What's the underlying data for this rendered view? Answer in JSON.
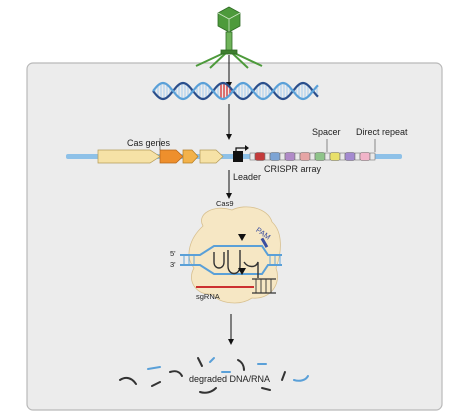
{
  "labels": {
    "cas_genes": "Cas genes",
    "leader": "Leader",
    "crispr_array": "CRISPR array",
    "spacer": "Spacer",
    "direct_repeat": "Direct repeat",
    "cas9": "Cas9",
    "pam": "PAM",
    "five_prime": "5'",
    "three_prime": "3'",
    "sgrna": "sgRNA",
    "degraded": "degraded DNA/RNA"
  },
  "colors": {
    "panel_bg": "#ececec",
    "panel_border": "#b9b9b9",
    "phage_green": "#4d9a3b",
    "dna_blue": "#5aa0d8",
    "dna_dark": "#2b4f8c",
    "dna_red": "#d63a3a",
    "gene_cream": "#f6e2a6",
    "gene_orange": "#ee8f2c",
    "gene_light_orange": "#f3b24a",
    "cas9_body": "#f6e7c4",
    "rna_dark": "#333333",
    "sgrna_red": "#cc3030",
    "pam_blue": "#3b4fa0"
  },
  "array_spacer_colors": [
    "#c43b3b",
    "#7da4d4",
    "#b08ac7",
    "#e6a5a5",
    "#8fc48a",
    "#e8e06a",
    "#a48ad0",
    "#f1b4c9"
  ]
}
